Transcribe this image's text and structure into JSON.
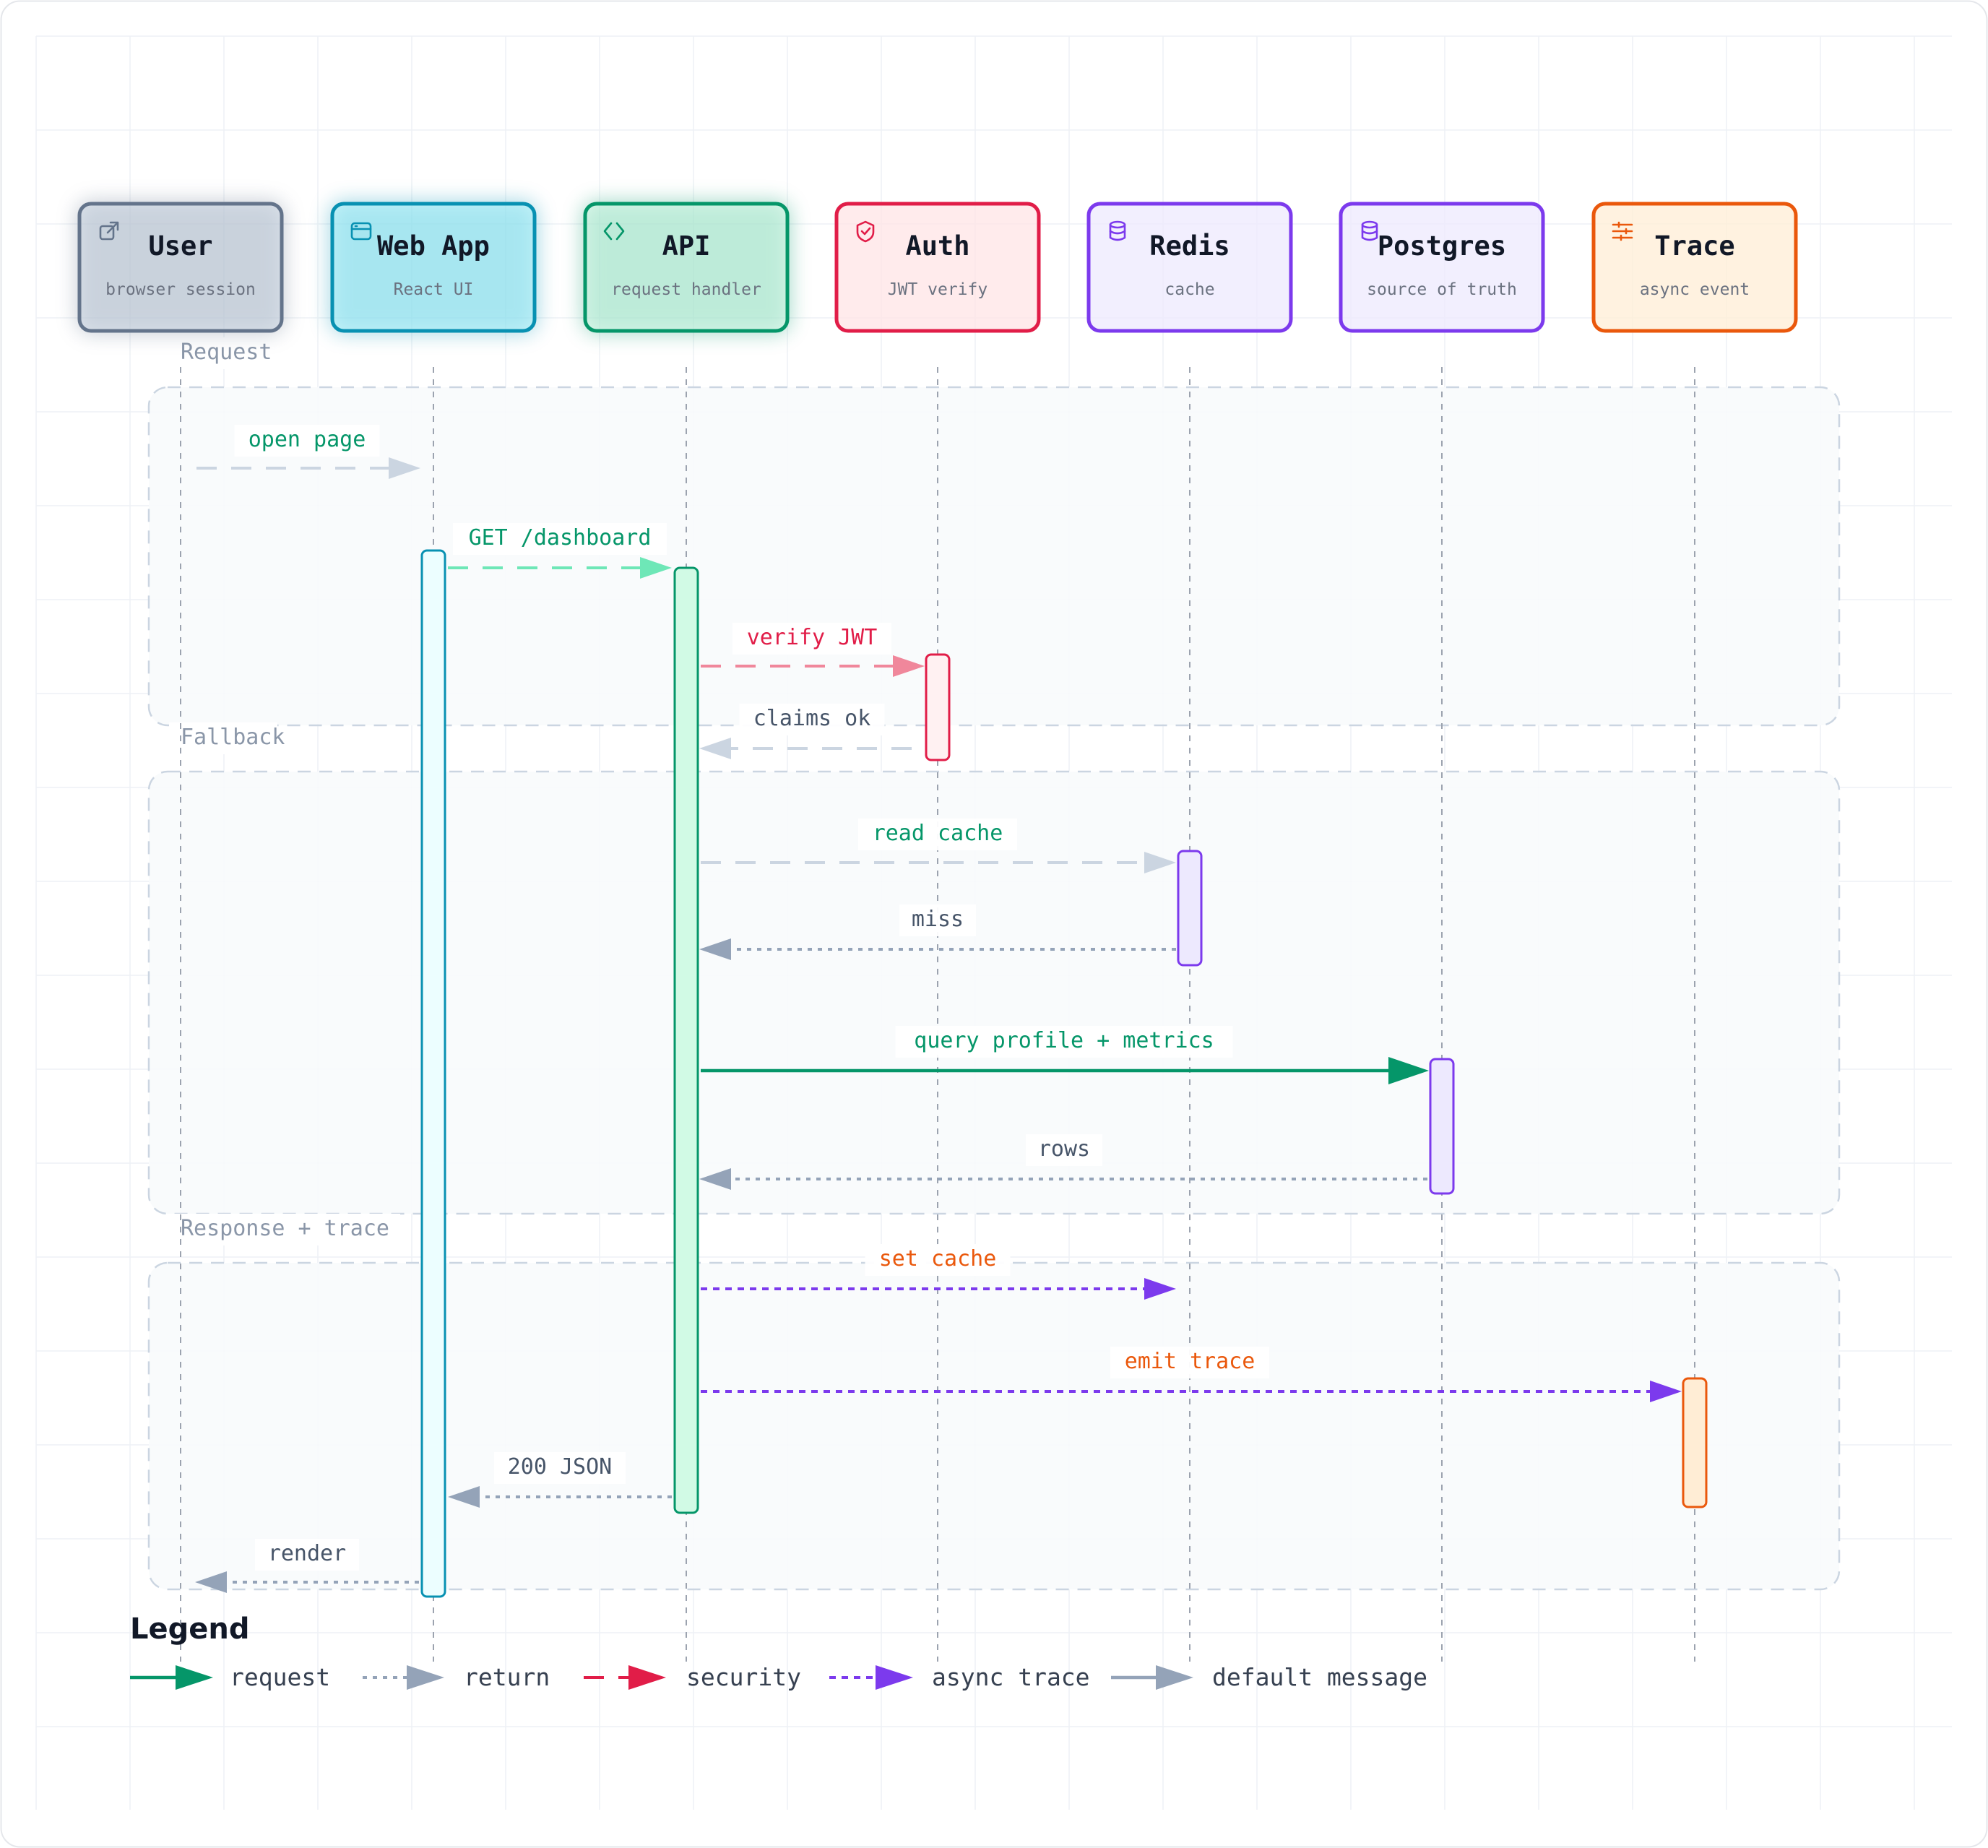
{
  "colors": {
    "request": "#059669",
    "return": "#94a3b8",
    "security": "#e11d48",
    "async": "#7c3aed",
    "default": "#94a3b8",
    "faint": "#cbd5e1",
    "group_label": "#8a96a8",
    "lifeline": "#9ca3af"
  },
  "actors": [
    {
      "id": "user",
      "title": "User",
      "subtitle": "browser session",
      "icon": "external-link-icon",
      "border": "#64748b",
      "fill": "#cbd5e1",
      "accent": "#64748b",
      "glow": true
    },
    {
      "id": "web",
      "title": "Web App",
      "subtitle": "React UI",
      "icon": "browser-window-icon",
      "border": "#0891b2",
      "fill": "#a5f3fc",
      "accent": "#0891b2",
      "glow": true
    },
    {
      "id": "api",
      "title": "API",
      "subtitle": "request handler",
      "icon": "code-brackets-icon",
      "border": "#059669",
      "fill": "#d1fae5",
      "accent": "#059669",
      "glow": true
    },
    {
      "id": "auth",
      "title": "Auth",
      "subtitle": "JWT verify",
      "icon": "shield-check-icon",
      "border": "#e11d48",
      "fill": "#ffe4e6",
      "accent": "#e11d48",
      "glow": false
    },
    {
      "id": "redis",
      "title": "Redis",
      "subtitle": "cache",
      "icon": "database-icon",
      "border": "#7c3aed",
      "fill": "#ede9fe",
      "accent": "#7c3aed",
      "glow": false
    },
    {
      "id": "postgres",
      "title": "Postgres",
      "subtitle": "source of truth",
      "icon": "database-icon",
      "border": "#7c3aed",
      "fill": "#ede9fe",
      "accent": "#7c3aed",
      "glow": false
    },
    {
      "id": "trace",
      "title": "Trace",
      "subtitle": "async event",
      "icon": "list-settings-icon",
      "border": "#ea580c",
      "fill": "#ffedd5",
      "accent": "#ea580c",
      "glow": false
    }
  ],
  "groups": [
    {
      "label": "Request"
    },
    {
      "label": "Fallback"
    },
    {
      "label": "Response + trace"
    }
  ],
  "activations": [
    {
      "actor": "web",
      "border": "#0891b2",
      "fill": "#ecfeff"
    },
    {
      "actor": "api",
      "border": "#059669",
      "fill": "#d1fae5"
    },
    {
      "actor": "auth",
      "border": "#e11d48",
      "fill": "#fff1f2"
    },
    {
      "actor": "redis",
      "border": "#7c3aed",
      "fill": "#ede9fe"
    },
    {
      "actor": "postgres",
      "border": "#7c3aed",
      "fill": "#ede9fe"
    },
    {
      "actor": "trace",
      "border": "#ea580c",
      "fill": "#ffedd5"
    }
  ],
  "messages": [
    {
      "label": "open page",
      "from": "user",
      "to": "web",
      "style": "dashed",
      "color": "#cbd5e1",
      "label_color": "#059669"
    },
    {
      "label": "GET /dashboard",
      "from": "web",
      "to": "api",
      "style": "dashed",
      "color": "#6ee7b7",
      "label_color": "#059669"
    },
    {
      "label": "verify JWT",
      "from": "api",
      "to": "auth",
      "style": "dashed",
      "color": "#f0879b",
      "label_color": "#e11d48"
    },
    {
      "label": "claims ok",
      "from": "auth",
      "to": "api",
      "style": "dashed",
      "color": "#cbd5e1",
      "label_color": "#475569"
    },
    {
      "label": "read cache",
      "from": "api",
      "to": "redis",
      "style": "dashed",
      "color": "#cbd5e1",
      "label_color": "#059669"
    },
    {
      "label": "miss",
      "from": "redis",
      "to": "api",
      "style": "dotted",
      "color": "#94a3b8",
      "label_color": "#475569"
    },
    {
      "label": "query profile + metrics",
      "from": "api",
      "to": "postgres",
      "style": "solid",
      "color": "#059669",
      "label_color": "#059669"
    },
    {
      "label": "rows",
      "from": "postgres",
      "to": "api",
      "style": "dotted",
      "color": "#94a3b8",
      "label_color": "#475569"
    },
    {
      "label": "set cache",
      "from": "api",
      "to": "redis",
      "style": "async",
      "color": "#7c3aed",
      "label_color": "#ea580c"
    },
    {
      "label": "emit trace",
      "from": "api",
      "to": "trace",
      "style": "async",
      "color": "#7c3aed",
      "label_color": "#ea580c"
    },
    {
      "label": "200 JSON",
      "from": "api",
      "to": "web",
      "style": "dotted",
      "color": "#94a3b8",
      "label_color": "#475569"
    },
    {
      "label": "render",
      "from": "web",
      "to": "user",
      "style": "dotted",
      "color": "#94a3b8",
      "label_color": "#475569"
    }
  ],
  "legend": {
    "title": "Legend",
    "items": [
      {
        "label": "request",
        "style": "solid",
        "color": "#059669"
      },
      {
        "label": "return",
        "style": "dotted",
        "color": "#94a3b8"
      },
      {
        "label": "security",
        "style": "dashed",
        "color": "#e11d48"
      },
      {
        "label": "async trace",
        "style": "async",
        "color": "#7c3aed"
      },
      {
        "label": "default message",
        "style": "solid",
        "color": "#94a3b8"
      }
    ]
  }
}
